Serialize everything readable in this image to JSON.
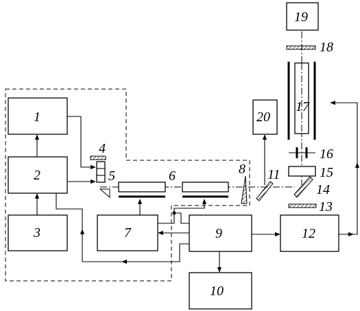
{
  "labels": {
    "b1": "1",
    "b2": "2",
    "b3": "3",
    "e4": "4",
    "e5": "5",
    "e6": "6",
    "b7": "7",
    "e8": "8",
    "b9": "9",
    "b10": "10",
    "e11": "11",
    "b12": "12",
    "e13": "13",
    "e14": "14",
    "e15": "15",
    "e16": "16",
    "e17": "17",
    "e18": "18",
    "b19": "19",
    "b20": "20"
  }
}
